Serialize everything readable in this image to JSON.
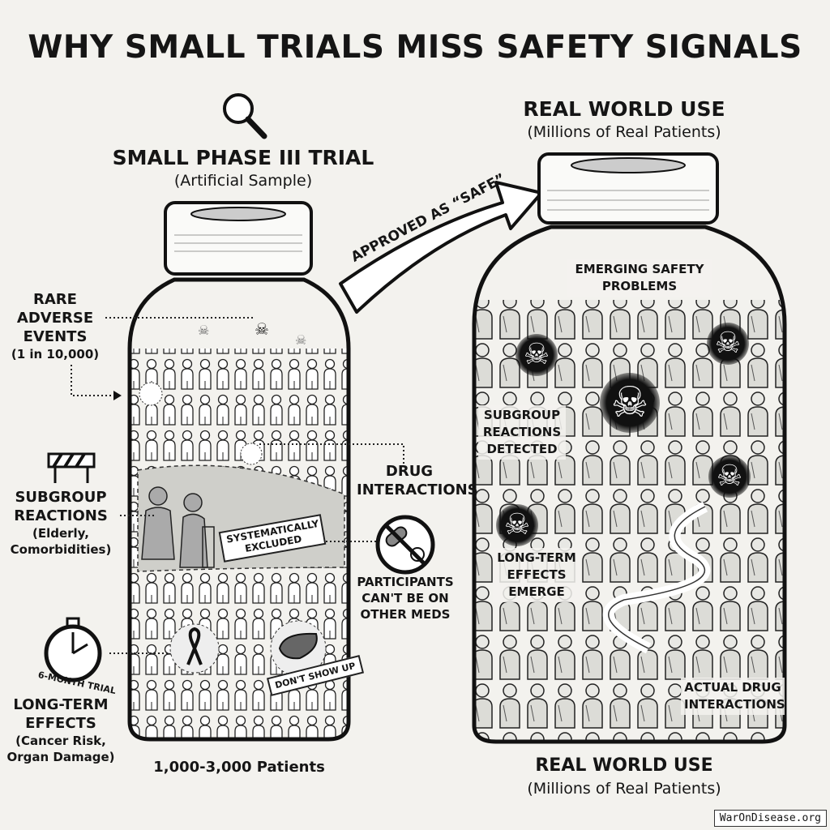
{
  "title": "WHY SMALL TRIALS MISS SAFETY SIGNALS",
  "left": {
    "heading": "SMALL PHASE III TRIAL",
    "subheading": "(Artificial Sample)",
    "footer": "1,000-3,000 Patients",
    "excluded_tag": "SYSTEMATICALLY EXCLUDED",
    "dont_show_tag": "DON'T SHOW UP"
  },
  "callouts": {
    "rare": {
      "line1": "RARE",
      "line2": "ADVERSE",
      "line3": "EVENTS",
      "detail": "(1 in 10,000)"
    },
    "subgroup": {
      "line1": "SUBGROUP",
      "line2": "REACTIONS",
      "detail1": "(Elderly,",
      "detail2": "Comorbidities)"
    },
    "longterm": {
      "trial": "6-MONTH TRIAL",
      "line1": "LONG-TERM",
      "line2": "EFFECTS",
      "detail1": "(Cancer Risk,",
      "detail2": "Organ Damage)"
    },
    "drug": {
      "line1": "DRUG",
      "line2": "INTERACTIONS",
      "detail1": "PARTICIPANTS",
      "detail2": "CAN'T BE ON",
      "detail3": "OTHER MEDS"
    }
  },
  "arrow_label": "APPROVED AS “SAFE”",
  "right": {
    "heading": "REAL WORLD USE",
    "subheading": "(Millions of Real Patients)",
    "emerging1": "EMERGING SAFETY",
    "emerging2": "PROBLEMS",
    "subgroup1": "SUBGROUP",
    "subgroup2": "REACTIONS",
    "subgroup3": "DETECTED",
    "longterm1": "LONG-TERM",
    "longterm2": "EFFECTS",
    "longterm3": "EMERGE",
    "actual1": "ACTUAL DRUG",
    "actual2": "INTERACTIONS",
    "footer_heading": "REAL WORLD USE",
    "footer_sub": "(Millions of Real Patients)"
  },
  "watermark": "WarOnDisease.org",
  "icons": {
    "skull": "☠"
  }
}
